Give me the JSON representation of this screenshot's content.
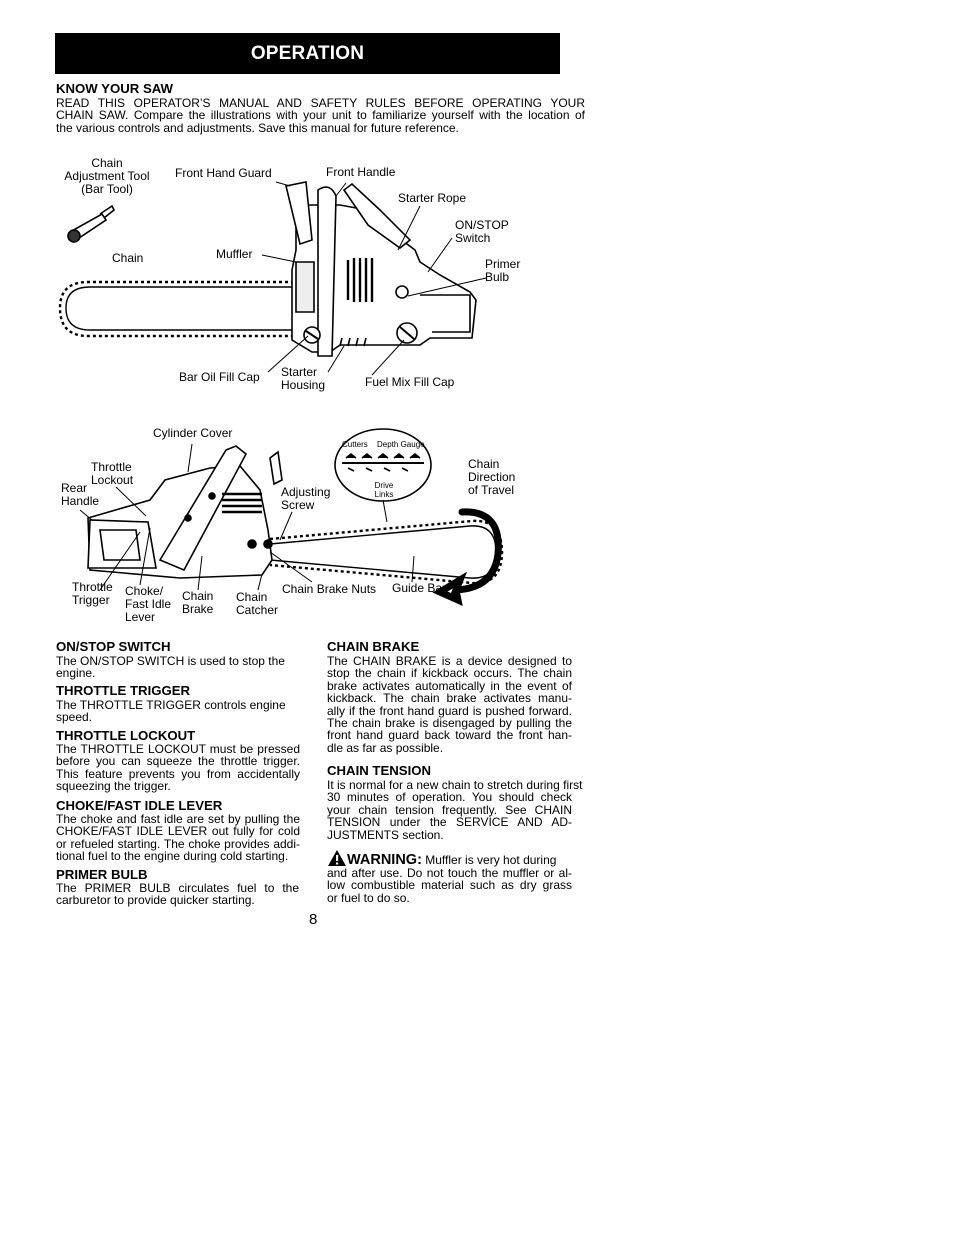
{
  "header": {
    "title": "OPERATION"
  },
  "know": {
    "heading": "KNOW YOUR SAW",
    "lines": [
      "READ THIS OPERATOR’S MANUAL AND SAFETY RULES BEFORE OPERATING YOUR",
      "CHAIN SAW.  Compare the illustrations with your unit to familiarize yourself with the location of",
      "the various controls and adjustments.  Save this manual for future reference."
    ]
  },
  "figure1": {
    "labels": {
      "bar_tool": [
        "Chain",
        "Adjustment Tool",
        "(Bar Tool)"
      ],
      "front_hand_guard": "Front Hand Guard",
      "front_handle": "Front Handle",
      "starter_rope": "Starter Rope",
      "on_stop": [
        "ON/STOP",
        "Switch"
      ],
      "primer": [
        "Primer",
        "Bulb"
      ],
      "chain": "Chain",
      "muffler": "Muffler",
      "bar_oil": "Bar Oil Fill Cap",
      "starter_housing": [
        "Starter",
        "Housing"
      ],
      "fuel_mix": "Fuel Mix Fill Cap"
    }
  },
  "figure2": {
    "labels": {
      "cylinder_cover": "Cylinder Cover",
      "throttle_lockout": [
        "Throttle",
        "Lockout"
      ],
      "rear_handle": [
        "Rear",
        "Handle"
      ],
      "adjusting_screw": [
        "Adjusting",
        "Screw"
      ],
      "chain_direction": [
        "Chain",
        "Direction",
        "of Travel"
      ],
      "cutters": "Cutters",
      "depth_gauge": "Depth Gauge",
      "drive_links": [
        "Drive",
        "Links"
      ],
      "throttle_trigger": [
        "Throttle",
        "Trigger"
      ],
      "choke": [
        "Choke/",
        "Fast Idle",
        "Lever"
      ],
      "chain_brake": [
        "Chain",
        "Brake"
      ],
      "chain_catcher": [
        "Chain",
        "Catcher"
      ],
      "chain_brake_nuts": "Chain Brake Nuts",
      "guide_bar": "Guide Bar"
    }
  },
  "left_column": [
    {
      "heading": "ON/STOP SWITCH",
      "lines": [
        "The ON/STOP SWITCH is used to stop the",
        "engine."
      ]
    },
    {
      "heading": "THROTTLE TRIGGER",
      "lines": [
        "The THROTTLE TRIGGER controls engine",
        "speed."
      ]
    },
    {
      "heading": "THROTTLE LOCKOUT",
      "lines": [
        "The THROTTLE LOCKOUT must be pressed",
        "before you can squeeze the throttle trigger.",
        "This feature prevents you from accidentally",
        "squeezing the trigger."
      ]
    },
    {
      "heading": "CHOKE/FAST IDLE LEVER",
      "lines": [
        "The choke and fast idle are set by pulling the",
        "CHOKE/FAST IDLE LEVER out fully for cold",
        "or refueled starting. The choke provides addi-",
        "tional fuel to the engine during cold starting."
      ]
    },
    {
      "heading": "PRIMER BULB",
      "lines": [
        "The PRIMER BULB circulates fuel to the",
        "carburetor to provide quicker starting."
      ]
    }
  ],
  "right_column": [
    {
      "heading": "CHAIN BRAKE",
      "lines": [
        "The CHAIN BRAKE is a device designed to",
        "stop the chain if kickback occurs.  The chain",
        "brake activates automatically in the event of",
        "kickback.  The chain brake activates manu-",
        "ally if the front hand guard is pushed forward.",
        "The chain brake is disengaged by pulling the",
        "front hand guard back toward the front han-",
        "dle as far as possible."
      ]
    },
    {
      "heading": "CHAIN TENSION",
      "lines": [
        "It is normal for a new chain to stretch during first",
        "30 minutes of operation. You should check",
        "your chain tension frequently.  See CHAIN",
        "TENSION under the SERVICE AND AD-",
        "JUSTMENTS section."
      ]
    }
  ],
  "warning": {
    "label": "WARNING:",
    "text": " Muffler is very hot during",
    "lines": [
      "and after use.  Do not touch the muffler or al-",
      "low combustible material such as dry grass",
      "or fuel to do so."
    ]
  },
  "page_number": "8"
}
